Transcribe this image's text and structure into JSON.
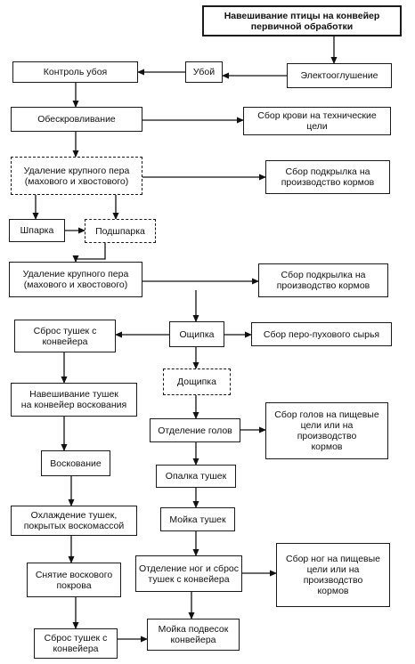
{
  "boxes": {
    "hanging": "Навешивание птицы на конвейер\nпервичной обработки",
    "stunning": "Электооглушение",
    "slaughter": "Убой",
    "slaughter_control": "Контроль убоя",
    "bleeding": "Обескровливание",
    "blood_collection": "Сбор крови на технические\nцели",
    "large_feather_removal_1": "Удаление крупного пера\n(махового и хвостового)",
    "feather_collection_1": "Сбор подкрылка на\nпроизводство кормов",
    "scalding": "Шпарка",
    "pre_scalding": "Подшпарка",
    "large_feather_removal_2": "Удаление крупного пера\n(махового и хвостового)",
    "feather_collection_2": "Сбор подкрылка на\nпроизводство кормов",
    "carcass_drop_1": "Сброс тушек с\nконвейера",
    "plucking": "Ощипка",
    "down_collection": "Сбор перо-пухового сырья",
    "final_plucking": "Дощипка",
    "wax_hanging": "Навешивание тушек\nна конвейер воскования",
    "head_separation": "Отделение голов",
    "head_collection": "Сбор голов на пищевые\nцели или на\nпроизводство\nкормов",
    "waxing": "Воскование",
    "singeing": "Опалка тушек",
    "cooling": "Охлаждение тушек,\nпокрытых воскомассой",
    "washing": "Мойка тушек",
    "wax_removal": "Снятие воскового\nпокрова",
    "legs_separation": "Отделение ног и сброс\nтушек с конвейера",
    "legs_collection": "Сбор ног на пищевые\nцели или на\nпроизводство\nкормов",
    "carcass_drop_2": "Сброс тушек с\nконвейера",
    "hanger_washing": "Мойка подвесок\nконвейера"
  }
}
